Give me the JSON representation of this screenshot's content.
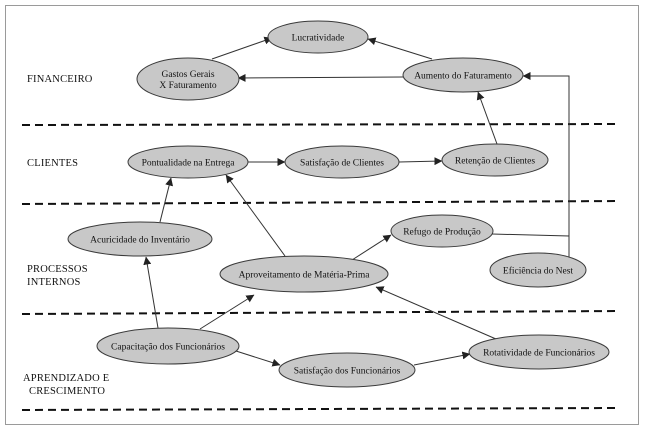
{
  "perspectives": [
    {
      "id": "financeiro",
      "lines": [
        "FINANCEIRO"
      ]
    },
    {
      "id": "clientes",
      "lines": [
        "CLIENTES"
      ]
    },
    {
      "id": "processos",
      "lines": [
        "PROCESSOS",
        "INTERNOS"
      ]
    },
    {
      "id": "aprendizado",
      "lines": [
        "APRENDIZADO E",
        "CRESCIMENTO"
      ]
    }
  ],
  "nodes": [
    {
      "id": "lucratividade",
      "lines": [
        "Lucratividade"
      ]
    },
    {
      "id": "gastos",
      "lines": [
        "Gastos Gerais",
        "X Faturamento"
      ]
    },
    {
      "id": "aumento",
      "lines": [
        "Aumento do Faturamento"
      ]
    },
    {
      "id": "pontualidade",
      "lines": [
        "Pontualidade na Entrega"
      ]
    },
    {
      "id": "satisfacao_clientes",
      "lines": [
        "Satisfação de Clientes"
      ]
    },
    {
      "id": "retencao",
      "lines": [
        "Retenção de Clientes"
      ]
    },
    {
      "id": "acuricidade",
      "lines": [
        "Acuricidade do Inventário"
      ]
    },
    {
      "id": "refugo",
      "lines": [
        "Refugo de Produção"
      ]
    },
    {
      "id": "aproveitamento",
      "lines": [
        "Aproveitamento de Matéria-Prima"
      ]
    },
    {
      "id": "eficiencia",
      "lines": [
        "Eficiência do Nest"
      ]
    },
    {
      "id": "capacitacao",
      "lines": [
        "Capacitação dos Funcionários"
      ]
    },
    {
      "id": "satisfacao_func",
      "lines": [
        "Satisfação dos Funcionários"
      ]
    },
    {
      "id": "rotatividade",
      "lines": [
        "Rotatividade de Funcionários"
      ]
    }
  ],
  "edges": [
    {
      "from": "gastos",
      "to": "lucratividade"
    },
    {
      "from": "aumento",
      "to": "lucratividade"
    },
    {
      "from": "aumento",
      "to": "gastos"
    },
    {
      "from": "retencao",
      "to": "aumento"
    },
    {
      "from": "eficiencia",
      "to": "aumento"
    },
    {
      "from": "pontualidade",
      "to": "satisfacao_clientes"
    },
    {
      "from": "satisfacao_clientes",
      "to": "retencao"
    },
    {
      "from": "acuricidade",
      "to": "pontualidade"
    },
    {
      "from": "aproveitamento",
      "to": "pontualidade"
    },
    {
      "from": "aproveitamento",
      "to": "refugo"
    },
    {
      "from": "refugo",
      "to": "eficiencia"
    },
    {
      "from": "capacitacao",
      "to": "acuricidade"
    },
    {
      "from": "capacitacao",
      "to": "aproveitamento"
    },
    {
      "from": "capacitacao",
      "to": "satisfacao_func"
    },
    {
      "from": "satisfacao_func",
      "to": "rotatividade"
    },
    {
      "from": "rotatividade",
      "to": "aproveitamento"
    }
  ]
}
